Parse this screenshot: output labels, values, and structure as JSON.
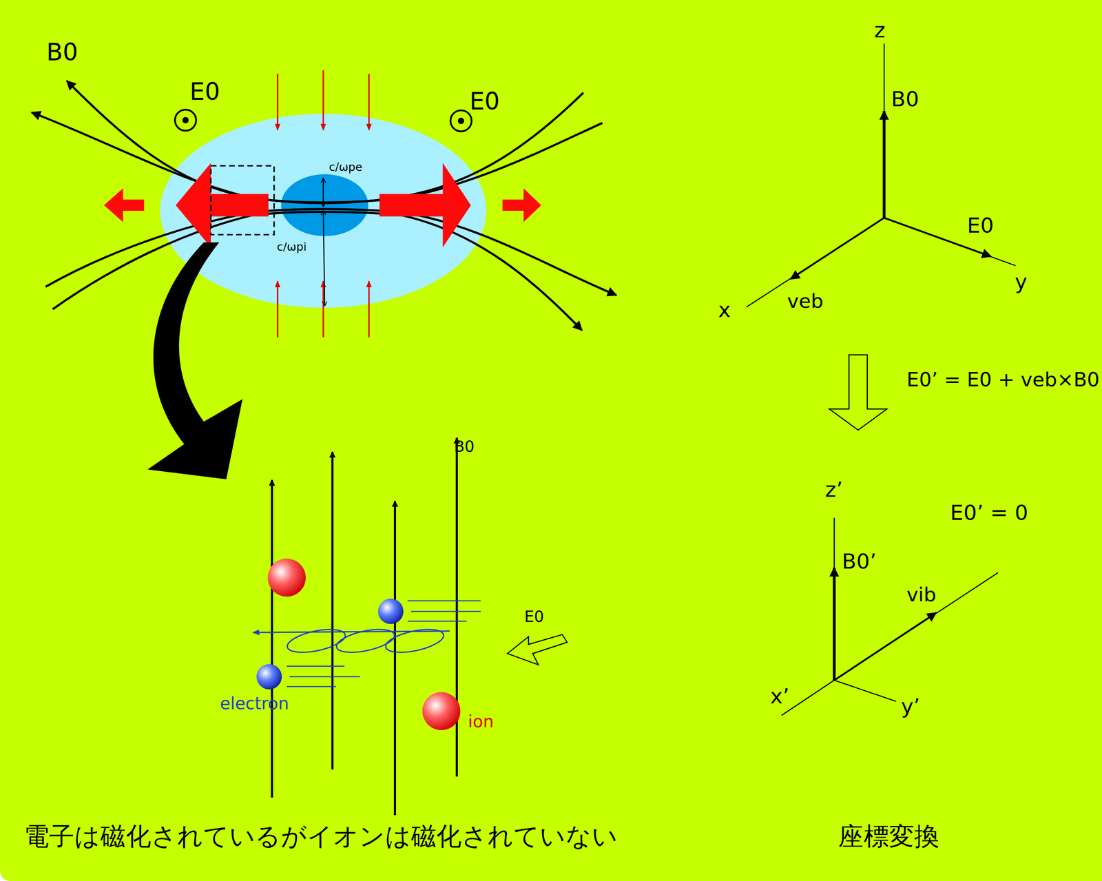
{
  "diagram": {
    "caption": "電子は磁化されているがイオンは磁化されていない",
    "labels": [
      "B0",
      "E0",
      "E0",
      "c/ωpe",
      "c/ωpi",
      "B0",
      "E0",
      "electron",
      "ion",
      "z",
      "B0",
      "E0",
      "y",
      "x",
      "veb",
      "E0’ = E0 + veb×B0",
      "z’",
      "E0’ = 0",
      "B0’",
      "vib",
      "x’",
      "y’",
      "座標変換"
    ]
  }
}
